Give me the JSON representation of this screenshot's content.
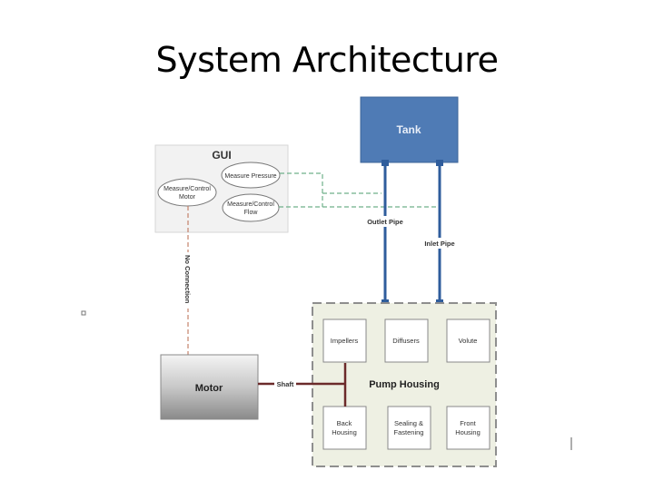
{
  "title": "System Architecture",
  "gui": {
    "label": "GUI",
    "nodes": [
      {
        "id": "measure-pressure",
        "label": "Measure Pressure"
      },
      {
        "id": "measure-control-motor",
        "label": [
          "Measure/Control",
          "Motor"
        ]
      },
      {
        "id": "measure-control-flow",
        "label": [
          "Measure/Control",
          "Flow"
        ]
      }
    ]
  },
  "tank": {
    "label": "Tank"
  },
  "pipes": {
    "outlet": "Outlet Pipe",
    "inlet": "Inlet Pipe"
  },
  "no_connection": "No Connection",
  "motor": {
    "label": "Motor"
  },
  "shaft": "Shaft",
  "pump_housing": {
    "label": "Pump Housing",
    "components": [
      {
        "label": [
          "Impellers"
        ]
      },
      {
        "label": [
          "Diffusers"
        ]
      },
      {
        "label": [
          "Volute"
        ]
      },
      {
        "label": [
          "Back",
          "Housing"
        ]
      },
      {
        "label": [
          "Sealing &",
          "Fastening"
        ]
      },
      {
        "label": [
          "Front",
          "Housing"
        ]
      }
    ]
  },
  "colors": {
    "tank": "#4f7bb5",
    "pipe": "#2f5d9c",
    "signal": "#6fb08a",
    "no_connection": "#c4826b",
    "shaft": "#6b2a2a",
    "pump_bg": "#eef0e3",
    "gui_bg": "#f2f2f2"
  }
}
